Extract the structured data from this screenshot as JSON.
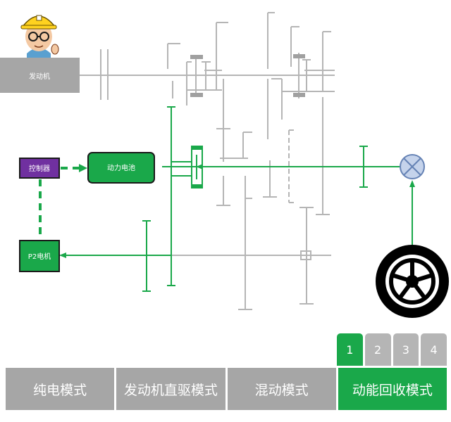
{
  "blocks": {
    "engine": "发动机",
    "controller": "控制器",
    "battery": "动力电池",
    "motor": "P2电机"
  },
  "tabs": {
    "sub": [
      "1",
      "2",
      "3",
      "4"
    ],
    "sub_active": 0,
    "modes": [
      "纯电模式",
      "发动机直驱模式",
      "混动模式",
      "动能回收模式"
    ],
    "mode_active": 3
  },
  "colors": {
    "active_green": "#1aa84a",
    "inactive_gray": "#a6a6a6",
    "shaft_gray": "#b5b5b5",
    "controller_purple": "#7030a0"
  },
  "icons": [
    "mascot-worker-icon",
    "wheel-icon",
    "clutch-icon"
  ]
}
